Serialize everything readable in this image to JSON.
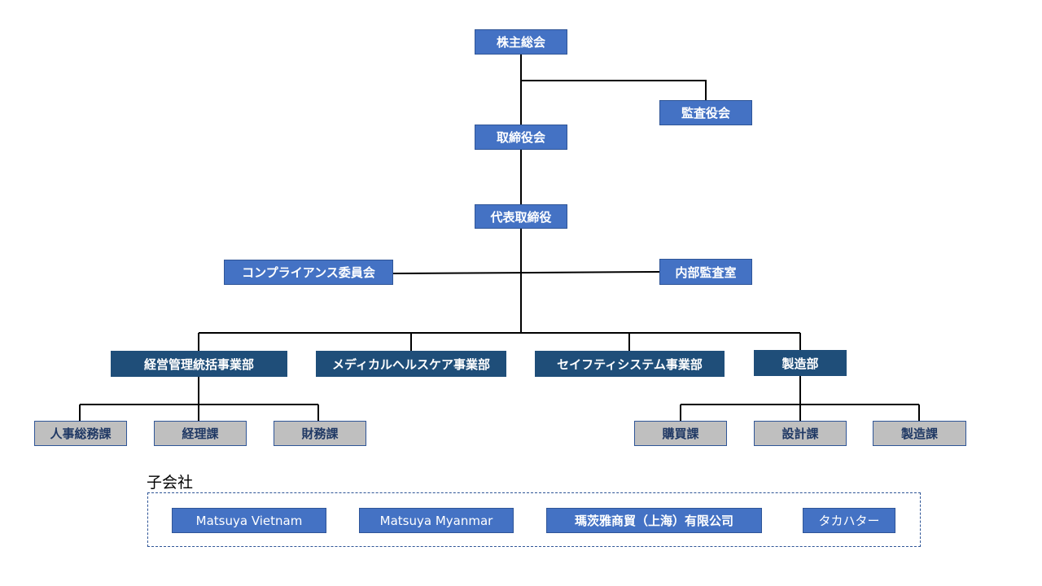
{
  "org": {
    "shareholders": "株主総会",
    "auditors": "監査役会",
    "board": "取締役会",
    "ceo": "代表取締役",
    "compliance": "コンプライアンス委員会",
    "internal_audit": "内部監査室",
    "div_management": "経営管理統括事業部",
    "div_medical": "メディカルヘルスケア事業部",
    "div_safety": "セイフティシステム事業部",
    "div_manufacturing": "製造部",
    "sec_hr": "人事総務課",
    "sec_accounting": "経理課",
    "sec_finance": "財務課",
    "sec_purchasing": "購買課",
    "sec_design": "設計課",
    "sec_production": "製造課"
  },
  "subsidiaries": {
    "label": "子会社",
    "items": [
      "Matsuya Vietnam",
      "Matsuya Myanmar",
      "瑪茨雅商貿（上海）有限公司",
      "タカハター"
    ]
  },
  "colors": {
    "primary_blue": "#4472c4",
    "dark_navy": "#1f4e79",
    "section_gray": "#bfbfbf"
  }
}
